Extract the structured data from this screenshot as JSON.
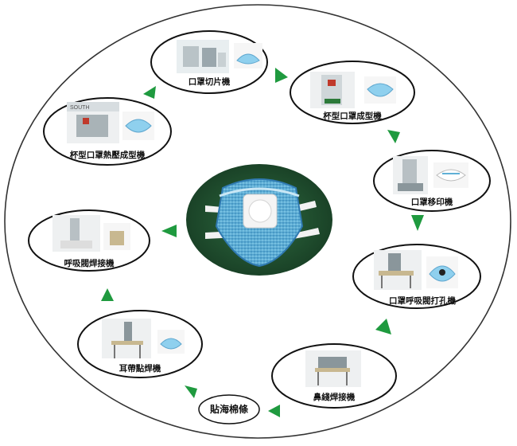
{
  "diagram": {
    "center": {
      "name": "cup-mask-with-valve"
    },
    "nodes": [
      {
        "id": "cutting",
        "label": "口罩切片機"
      },
      {
        "id": "cup-forming",
        "label": "杯型口罩成型機"
      },
      {
        "id": "pad-printing",
        "label": "口罩移印機"
      },
      {
        "id": "valve-punching",
        "label": "口罩呼吸閥打孔機"
      },
      {
        "id": "nose-welding",
        "label": "鼻綫焊接機"
      },
      {
        "id": "sponge",
        "label": "貼海棉條"
      },
      {
        "id": "earloop-welding",
        "label": "耳帶點焊機"
      },
      {
        "id": "valve-welding",
        "label": "呼吸閥焊接機"
      },
      {
        "id": "thermoforming",
        "label": "杯型口罩熱壓成型機"
      }
    ],
    "arrow_color": "#1f9a3f",
    "mask_background": "#1f4d2e",
    "mask_color": "#5fb0d6",
    "machine_screen_text": "SOUTH"
  }
}
